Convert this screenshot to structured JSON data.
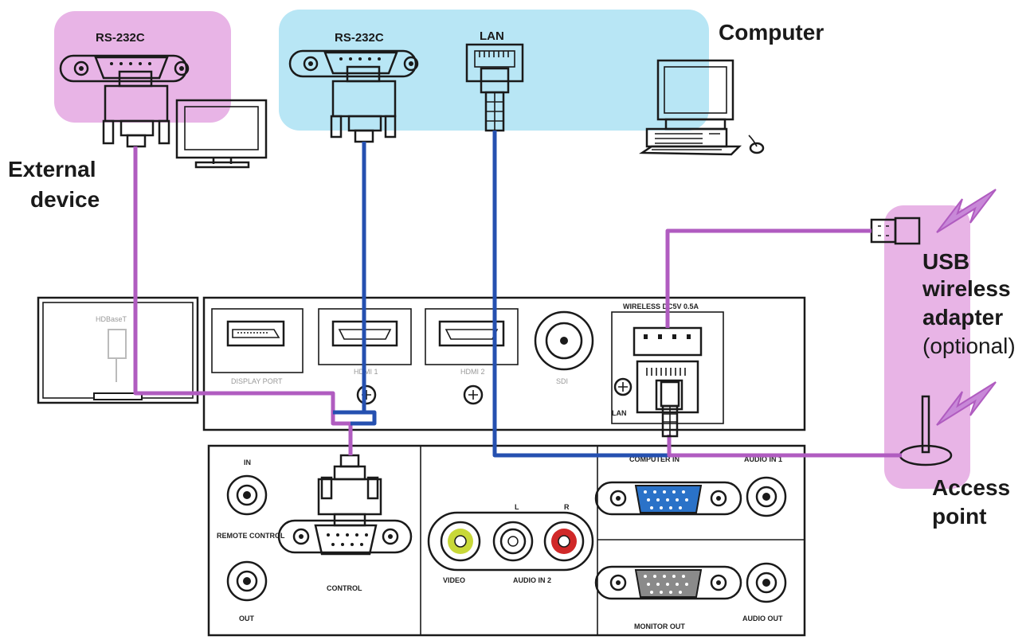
{
  "labels": {
    "computer": "Computer",
    "external_device_1": "External",
    "external_device_2": "device",
    "usb_1": "USB",
    "usb_2": "wireless",
    "usb_3": "adapter",
    "usb_4": "(optional)",
    "access_1": "Access",
    "access_2": "point",
    "rs232_ext": "RS-232C",
    "rs232_pc": "RS-232C",
    "lan_pc": "LAN"
  },
  "panel_labels": {
    "hdbaset": "HDBaseT",
    "display_port": "DISPLAY PORT",
    "hdmi1": "HDMI 1",
    "hdmi2": "HDMI 2",
    "sdi": "SDI",
    "wireless": "WIRELESS DC5V 0.5A",
    "lan": "LAN",
    "remote_in": "IN",
    "remote_control": "REMOTE CONTROL",
    "remote_out": "OUT",
    "control": "CONTROL",
    "audio_l": "L",
    "audio_r": "R",
    "video": "VIDEO",
    "audio_in2": "AUDIO IN 2",
    "computer_in": "COMPUTER IN",
    "audio_in1": "AUDIO IN 1",
    "monitor_out": "MONITOR OUT",
    "audio_out": "AUDIO OUT"
  },
  "colors": {
    "pink_region": "#e8b4e6",
    "cyan_region": "#b8e6f5",
    "pink_cable": "#b05cc0",
    "blue_cable": "#2550b0",
    "video_rca": "#c8d838",
    "audio_r_rca": "#d02828"
  }
}
